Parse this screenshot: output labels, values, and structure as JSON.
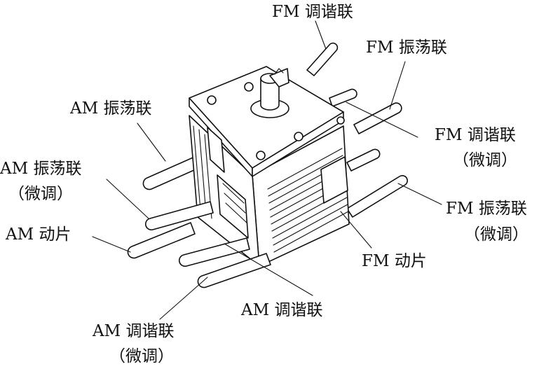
{
  "labels": {
    "fm_tuning_top": "FM 调谐联",
    "fm_osc_top": "FM 振荡联",
    "am_osc": "AM 振荡联",
    "fm_tuning_fine_1": "FM 调谐联",
    "fm_tuning_fine_2": "（微调）",
    "am_osc_fine_1": "AM 振荡联",
    "am_osc_fine_2": "（微调）",
    "fm_osc_fine_1": "FM 振荡联",
    "fm_osc_fine_2": "（微调）",
    "am_rotor": "AM 动片",
    "fm_rotor": "FM 动片",
    "am_tuning": "AM 调谐联",
    "am_tuning_fine_1": "AM 调谐联",
    "am_tuning_fine_2": "（微调）"
  }
}
